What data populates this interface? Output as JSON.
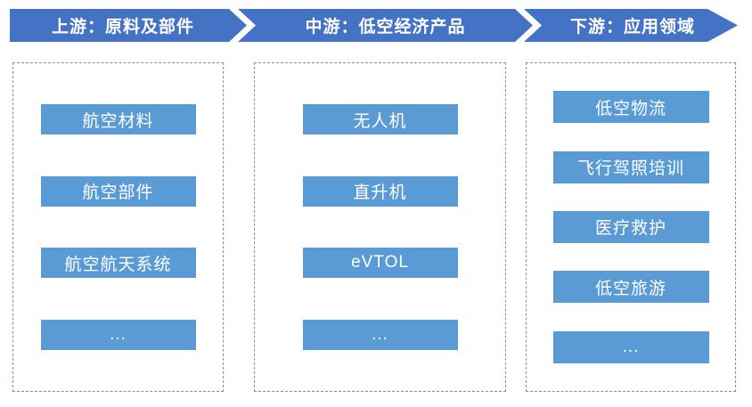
{
  "diagram": {
    "stages": [
      {
        "label": "上游：原料及部件",
        "items": [
          "航空材料",
          "航空部件",
          "航空航天系统",
          "..."
        ]
      },
      {
        "label": "中游：低空经济产品",
        "items": [
          "无人机",
          "直升机",
          "eVTOL",
          "..."
        ]
      },
      {
        "label": "下游：应用领域",
        "items": [
          "低空物流",
          "飞行驾照培训",
          "医疗救护",
          "低空旅游",
          "..."
        ]
      }
    ],
    "colors": {
      "banner": "#4472C4",
      "box": "#5B9BD5",
      "dashed_border": "#6F95BA",
      "text": "#FFFFFF",
      "background": "#FFFFFF"
    }
  }
}
